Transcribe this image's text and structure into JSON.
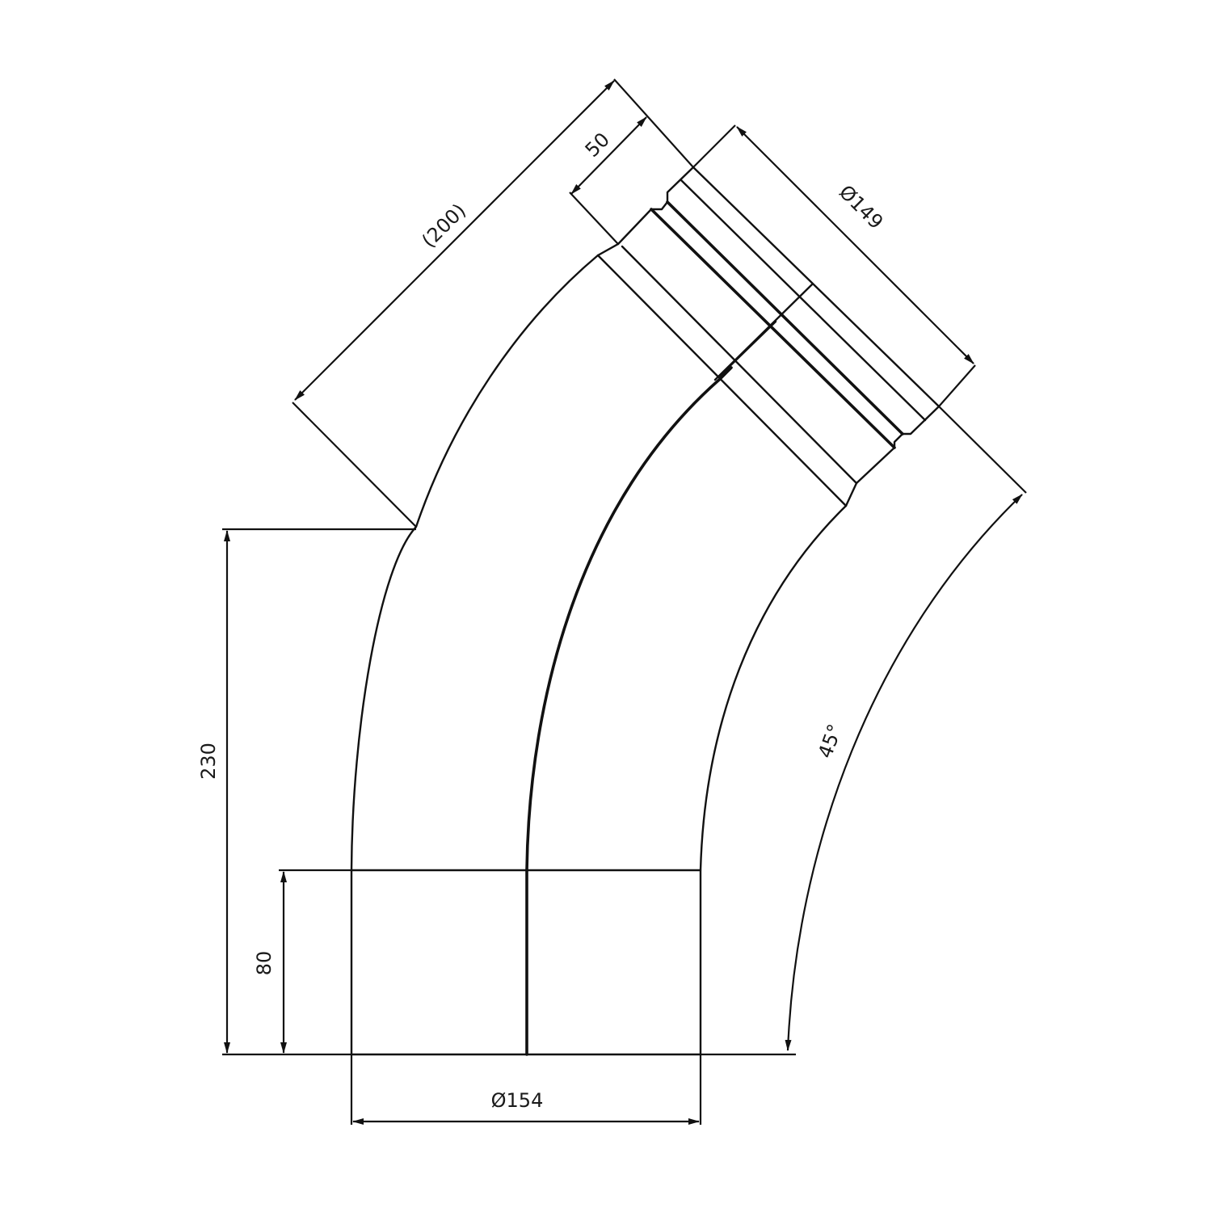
{
  "drawing": {
    "title": "45° pipe bend with socket",
    "line_color": "#111111",
    "background": "#ffffff"
  },
  "dimensions": {
    "overall_length": "(200)",
    "socket_depth": "50",
    "socket_diameter": "Ø149",
    "bend_angle": "45°",
    "height_total": "230",
    "spigot_length": "80",
    "outer_diameter": "Ø154"
  }
}
